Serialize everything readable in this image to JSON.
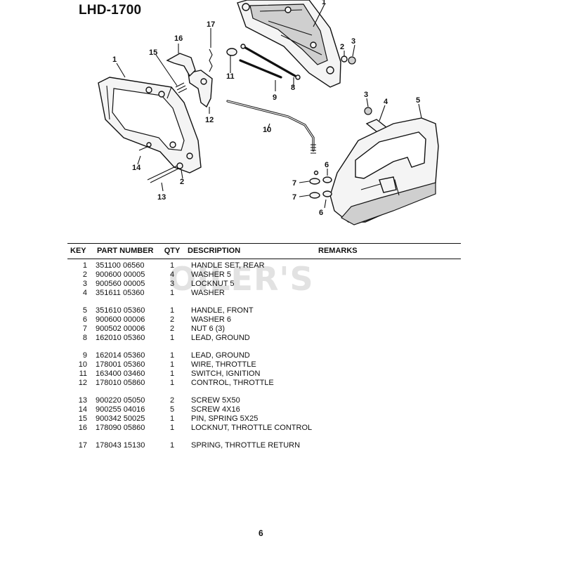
{
  "document": {
    "title": "LHD-1700",
    "page_number": "6",
    "watermark": "OILER'S"
  },
  "diagram": {
    "callouts": [
      "1",
      "16",
      "17",
      "15",
      "11",
      "9",
      "8",
      "2",
      "3",
      "1",
      "12",
      "3",
      "4",
      "5",
      "10",
      "14",
      "2",
      "13",
      "6",
      "7",
      "7",
      "6"
    ]
  },
  "table": {
    "headers": {
      "key": "KEY",
      "part_number": "PART NUMBER",
      "qty": "QTY",
      "description": "DESCRIPTION",
      "remarks": "REMARKS"
    },
    "groups": [
      [
        {
          "key": "1",
          "part_number": "351100 06560",
          "qty": "1",
          "description": "HANDLE SET, REAR"
        },
        {
          "key": "2",
          "part_number": "900600 00005",
          "qty": "4",
          "description": "WASHER 5"
        },
        {
          "key": "3",
          "part_number": "900560 00005",
          "qty": "3",
          "description": "LOCKNUT 5"
        },
        {
          "key": "4",
          "part_number": "351611 05360",
          "qty": "1",
          "description": "WASHER"
        }
      ],
      [
        {
          "key": "5",
          "part_number": "351610 05360",
          "qty": "1",
          "description": "HANDLE, FRONT"
        },
        {
          "key": "6",
          "part_number": "900600 00006",
          "qty": "2",
          "description": "WASHER 6"
        },
        {
          "key": "7",
          "part_number": "900502 00006",
          "qty": "2",
          "description": "NUT 6 (3)"
        },
        {
          "key": "8",
          "part_number": "162010 05360",
          "qty": "1",
          "description": "LEAD, GROUND"
        }
      ],
      [
        {
          "key": "9",
          "part_number": "162014 05360",
          "qty": "1",
          "description": "LEAD, GROUND"
        },
        {
          "key": "10",
          "part_number": "178001 05360",
          "qty": "1",
          "description": "WIRE, THROTTLE"
        },
        {
          "key": "11",
          "part_number": "163400 03460",
          "qty": "1",
          "description": "SWITCH, IGNITION"
        },
        {
          "key": "12",
          "part_number": "178010 05860",
          "qty": "1",
          "description": "CONTROL, THROTTLE"
        }
      ],
      [
        {
          "key": "13",
          "part_number": "900220 05050",
          "qty": "2",
          "description": "SCREW 5X50"
        },
        {
          "key": "14",
          "part_number": "900255 04016",
          "qty": "5",
          "description": "SCREW 4X16"
        },
        {
          "key": "15",
          "part_number": "900342 50025",
          "qty": "1",
          "description": "PIN, SPRING 5X25"
        },
        {
          "key": "16",
          "part_number": "178090 05860",
          "qty": "1",
          "description": "LOCKNUT, THROTTLE CONTROL"
        }
      ],
      [
        {
          "key": "17",
          "part_number": "178043 15130",
          "qty": "1",
          "description": "SPRING, THROTTLE RETURN"
        }
      ]
    ]
  }
}
